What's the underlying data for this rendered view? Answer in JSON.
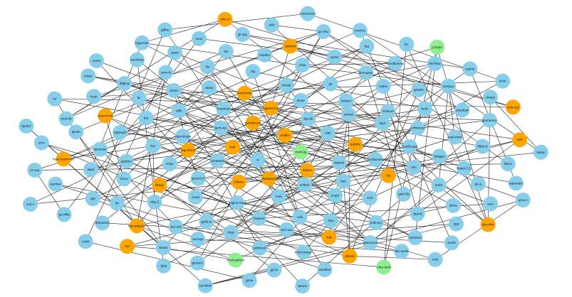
{
  "colors": {
    "default": "#87ceeb",
    "highlight": "#ffa500",
    "source": "#90ee90",
    "edge": "#222222",
    "background": "#ffffff"
  },
  "nodes": [
    {
      "id": "n1",
      "label": "mod-vip",
      "role": "source"
    },
    {
      "id": "n2",
      "label": "w"
    },
    {
      "id": "n3",
      "label": "mobile",
      "role": "highlight"
    },
    {
      "id": "n4",
      "label": "datum",
      "role": "highlight"
    },
    {
      "id": "n5",
      "label": "fuel",
      "role": "highlight"
    },
    {
      "id": "n6",
      "label": "ruby"
    },
    {
      "id": "n7",
      "label": "dashboard",
      "role": "highlight"
    },
    {
      "id": "n8",
      "label": "gameboard",
      "role": "highlight"
    },
    {
      "id": "n9",
      "label": "default"
    },
    {
      "id": "n10",
      "label": "inmoment"
    },
    {
      "id": "n11",
      "label": "flat-fill"
    },
    {
      "id": "n12",
      "label": "unique"
    },
    {
      "id": "n13",
      "label": "gem-vip"
    },
    {
      "id": "n14",
      "label": "pathfix",
      "role": "highlight"
    },
    {
      "id": "n15",
      "label": "clblaze",
      "role": "highlight"
    },
    {
      "id": "n16",
      "label": "progress-mod",
      "role": "highlight"
    },
    {
      "id": "n17",
      "label": "fast"
    },
    {
      "id": "n18",
      "label": "dep-forcer",
      "role": "highlight"
    },
    {
      "id": "n19",
      "label": "atmod"
    },
    {
      "id": "n20",
      "label": "moli"
    },
    {
      "id": "n21",
      "label": "freemont"
    },
    {
      "id": "n22",
      "label": "tamboreen"
    },
    {
      "id": "n23",
      "label": "gravel-cli"
    },
    {
      "id": "n24",
      "label": "dvmo"
    },
    {
      "id": "n25",
      "label": "ui-gui"
    },
    {
      "id": "n26",
      "label": "subordinate"
    },
    {
      "id": "n27",
      "label": "dept"
    },
    {
      "id": "n28",
      "label": "engine-mod"
    },
    {
      "id": "n29",
      "label": "stockholm",
      "role": "highlight"
    },
    {
      "id": "n30",
      "label": "idp",
      "role": "highlight"
    },
    {
      "id": "n31",
      "label": "cmps"
    },
    {
      "id": "n32",
      "label": "indexer"
    },
    {
      "id": "n33",
      "label": "rails"
    },
    {
      "id": "n34",
      "label": "diffs"
    },
    {
      "id": "n35",
      "label": "shuffle-dab"
    },
    {
      "id": "n36",
      "label": "crawl"
    },
    {
      "id": "n37",
      "label": "mortal"
    },
    {
      "id": "n38",
      "label": "sink"
    },
    {
      "id": "n39",
      "label": "tea"
    },
    {
      "id": "n40",
      "label": "medium"
    },
    {
      "id": "n41",
      "label": "rhizome"
    },
    {
      "id": "n42",
      "label": "seasp"
    },
    {
      "id": "n43",
      "label": "ami"
    },
    {
      "id": "n44",
      "label": "flexcp",
      "role": "highlight"
    },
    {
      "id": "n45",
      "label": "go"
    },
    {
      "id": "n46",
      "label": "hwy"
    },
    {
      "id": "n47",
      "label": "bar"
    },
    {
      "id": "n48",
      "label": "unfinished"
    },
    {
      "id": "n49",
      "label": "gallo-ui"
    },
    {
      "id": "n50",
      "label": "clip"
    },
    {
      "id": "n51",
      "label": "gem-lib"
    },
    {
      "id": "n52",
      "label": "updater"
    },
    {
      "id": "n53",
      "label": "nodes"
    },
    {
      "id": "n54",
      "label": "excl-vox"
    },
    {
      "id": "n55",
      "label": "whale"
    },
    {
      "id": "n56",
      "label": "blogger"
    },
    {
      "id": "n57",
      "label": "http-2"
    },
    {
      "id": "n58",
      "label": "map"
    },
    {
      "id": "n59",
      "label": "ordinary"
    },
    {
      "id": "n60",
      "label": "taptraph"
    },
    {
      "id": "n61",
      "label": "brisk"
    },
    {
      "id": "n62",
      "label": "imgs"
    },
    {
      "id": "n63",
      "label": "ids"
    },
    {
      "id": "n64",
      "label": "mlint"
    },
    {
      "id": "n65",
      "label": "tmux"
    },
    {
      "id": "n66",
      "label": "filemaster"
    },
    {
      "id": "n67",
      "label": "leaf",
      "role": "highlight"
    },
    {
      "id": "n68",
      "label": "tp"
    },
    {
      "id": "n69",
      "label": "mail-mod"
    },
    {
      "id": "n70",
      "label": "pro-ads"
    },
    {
      "id": "n71",
      "label": "maiden"
    },
    {
      "id": "n72",
      "label": "sbunit"
    },
    {
      "id": "n73",
      "label": "sbumask"
    },
    {
      "id": "n74",
      "label": "gelatin"
    },
    {
      "id": "n75",
      "label": "pathtools"
    },
    {
      "id": "n76",
      "label": "sane-fs"
    },
    {
      "id": "n77",
      "label": "fewer-1.1"
    },
    {
      "id": "n78",
      "label": "fin"
    },
    {
      "id": "n79",
      "label": "sorter"
    },
    {
      "id": "n80",
      "label": "glanscout"
    },
    {
      "id": "n81",
      "label": "shop-mark",
      "role": "highlight"
    },
    {
      "id": "n82",
      "label": "playbeat"
    },
    {
      "id": "n83",
      "label": "wrongo"
    },
    {
      "id": "n84",
      "label": "slix"
    },
    {
      "id": "n85",
      "label": "alone"
    },
    {
      "id": "n86",
      "label": "aqua"
    },
    {
      "id": "n87",
      "label": "mindfulness"
    },
    {
      "id": "n88",
      "label": "blockstream"
    },
    {
      "id": "n89",
      "label": "lfqbleq"
    },
    {
      "id": "n90",
      "label": "fitbit-io"
    },
    {
      "id": "n91",
      "label": "dep-adapter",
      "role": "highlight"
    },
    {
      "id": "n92",
      "label": "swallow",
      "role": "highlight"
    },
    {
      "id": "n93",
      "label": "hammer"
    },
    {
      "id": "n94",
      "label": "gasdn"
    },
    {
      "id": "n95",
      "label": "bonjour"
    },
    {
      "id": "n96",
      "label": "mod-pattern",
      "role": "source"
    },
    {
      "id": "n97",
      "label": "japan"
    },
    {
      "id": "n98",
      "label": "go-ui"
    },
    {
      "id": "n99",
      "label": "dpt"
    },
    {
      "id": "n100",
      "label": "tap"
    },
    {
      "id": "n101",
      "label": "planes",
      "role": "highlight"
    },
    {
      "id": "n102",
      "label": "hush"
    },
    {
      "id": "n103",
      "label": "glamorous"
    },
    {
      "id": "n104",
      "label": "blasts"
    },
    {
      "id": "n105",
      "label": "gt-sug"
    },
    {
      "id": "n106",
      "label": "gsg"
    },
    {
      "id": "n107",
      "label": "heat-roadmaps",
      "role": "highlight"
    },
    {
      "id": "n108",
      "label": "tdd-flow"
    },
    {
      "id": "n109",
      "label": "glt-fx"
    },
    {
      "id": "n110",
      "label": "eachloop"
    },
    {
      "id": "n111",
      "label": "fabric"
    },
    {
      "id": "n112",
      "label": "datastack"
    },
    {
      "id": "n113",
      "label": "gs-ckey"
    },
    {
      "id": "n114",
      "label": "doc-aside"
    },
    {
      "id": "n115",
      "label": "mod-lib"
    },
    {
      "id": "n116",
      "label": "sleepy"
    },
    {
      "id": "n117",
      "label": "go-bars"
    },
    {
      "id": "n118",
      "label": "lunar"
    },
    {
      "id": "n119",
      "label": "vocs"
    },
    {
      "id": "n120",
      "label": "opsmar"
    },
    {
      "id": "n121",
      "label": "fhc"
    },
    {
      "id": "n122",
      "label": "sandbox"
    },
    {
      "id": "n123",
      "label": "ckbox"
    },
    {
      "id": "n124",
      "label": "rolls",
      "role": "highlight"
    },
    {
      "id": "n125",
      "label": "tipl",
      "role": "highlight"
    },
    {
      "id": "n126",
      "label": "edit"
    },
    {
      "id": "n127",
      "label": "bardo"
    },
    {
      "id": "n128",
      "label": "uhm"
    },
    {
      "id": "n129",
      "label": "sophie"
    },
    {
      "id": "n130",
      "label": "jgrep"
    },
    {
      "id": "n131",
      "label": "hyperlink"
    },
    {
      "id": "n132",
      "label": "tagreader"
    },
    {
      "id": "n133",
      "label": "go-diffs"
    },
    {
      "id": "n134",
      "label": "mod-hs"
    },
    {
      "id": "n135",
      "label": "ruby-dash",
      "role": "source"
    },
    {
      "id": "n136",
      "label": "lar"
    },
    {
      "id": "n137",
      "label": "stop-cop",
      "role": "highlight"
    },
    {
      "id": "n138",
      "label": "glug"
    },
    {
      "id": "n139",
      "label": "dot-ui",
      "role": "highlight"
    },
    {
      "id": "n140",
      "label": "dpo-dtm",
      "role": "highlight"
    },
    {
      "id": "n141",
      "label": "ce-vop"
    },
    {
      "id": "n142",
      "label": "jsimple",
      "role": "source"
    },
    {
      "id": "n143",
      "label": "beaux"
    },
    {
      "id": "n144",
      "label": "mvist"
    },
    {
      "id": "n145",
      "label": "nbdac"
    },
    {
      "id": "n146",
      "label": "ninth"
    },
    {
      "id": "n147",
      "label": "bluescreen"
    },
    {
      "id": "n148",
      "label": "eval"
    },
    {
      "id": "n149",
      "label": "tipster"
    },
    {
      "id": "n150",
      "label": "lenin"
    },
    {
      "id": "n151",
      "label": "bundled"
    },
    {
      "id": "n152",
      "label": "gdlite"
    },
    {
      "id": "n153",
      "label": "gray-v"
    },
    {
      "id": "n154",
      "label": "rust-v"
    }
  ],
  "edges": [
    [
      "n1",
      "n4"
    ],
    [
      "n1",
      "n9"
    ],
    [
      "n1",
      "n60"
    ],
    [
      "n1",
      "n62"
    ],
    [
      "n2",
      "n5"
    ],
    [
      "n2",
      "n14"
    ],
    [
      "n3",
      "n40"
    ],
    [
      "n4",
      "n14"
    ],
    [
      "n4",
      "n41"
    ],
    [
      "n5",
      "n44"
    ],
    [
      "n6",
      "n4"
    ],
    [
      "n7",
      "n15"
    ],
    [
      "n7",
      "n81"
    ],
    [
      "n8",
      "n14"
    ],
    [
      "n9",
      "n62"
    ],
    [
      "n9",
      "n68"
    ],
    [
      "n10",
      "n4"
    ],
    [
      "n11",
      "n52"
    ],
    [
      "n13",
      "n59"
    ],
    [
      "n14",
      "n16"
    ],
    [
      "n14",
      "n42"
    ],
    [
      "n14",
      "n56"
    ],
    [
      "n15",
      "n48"
    ],
    [
      "n16",
      "n92"
    ],
    [
      "n18",
      "n55"
    ],
    [
      "n18",
      "n61"
    ],
    [
      "n19",
      "n67"
    ],
    [
      "n19",
      "n101"
    ],
    [
      "n20",
      "n21"
    ],
    [
      "n21",
      "n103"
    ],
    [
      "n22",
      "n47"
    ],
    [
      "n23",
      "n35"
    ],
    [
      "n25",
      "n31"
    ],
    [
      "n26",
      "n37"
    ],
    [
      "n26",
      "n93"
    ],
    [
      "n27",
      "n32"
    ],
    [
      "n28",
      "n36"
    ],
    [
      "n29",
      "n37"
    ],
    [
      "n29",
      "n78"
    ],
    [
      "n30",
      "n89"
    ],
    [
      "n31",
      "n82"
    ],
    [
      "n32",
      "n60"
    ],
    [
      "n32",
      "n66"
    ],
    [
      "n33",
      "n63"
    ],
    [
      "n34",
      "n38"
    ],
    [
      "n35",
      "n98"
    ],
    [
      "n36",
      "n2"
    ],
    [
      "n37",
      "n38"
    ],
    [
      "n38",
      "n39"
    ],
    [
      "n39",
      "n57"
    ],
    [
      "n40",
      "n43"
    ],
    [
      "n40",
      "n107"
    ],
    [
      "n41",
      "n119"
    ],
    [
      "n42",
      "n60"
    ],
    [
      "n43",
      "n91"
    ],
    [
      "n44",
      "n45"
    ],
    [
      "n44",
      "n62"
    ],
    [
      "n44",
      "n80"
    ],
    [
      "n44",
      "n109"
    ],
    [
      "n45",
      "n99"
    ],
    [
      "n46",
      "n75"
    ],
    [
      "n47",
      "n56"
    ],
    [
      "n48",
      "n82"
    ],
    [
      "n49",
      "n38"
    ],
    [
      "n50",
      "n61"
    ],
    [
      "n51",
      "n66"
    ],
    [
      "n52",
      "n103"
    ],
    [
      "n53",
      "n72"
    ],
    [
      "n54",
      "n73"
    ],
    [
      "n55",
      "n75"
    ],
    [
      "n56",
      "n123"
    ],
    [
      "n57",
      "n87"
    ],
    [
      "n58",
      "n87"
    ],
    [
      "n59",
      "n28"
    ],
    [
      "n60",
      "n5"
    ],
    [
      "n61",
      "n67"
    ],
    [
      "n62",
      "n67"
    ],
    [
      "n63",
      "n80"
    ],
    [
      "n64",
      "n80"
    ],
    [
      "n65",
      "n81"
    ],
    [
      "n66",
      "n92"
    ],
    [
      "n67",
      "n81"
    ],
    [
      "n68",
      "n93"
    ],
    [
      "n69",
      "n95"
    ],
    [
      "n70",
      "n101"
    ],
    [
      "n71",
      "n94"
    ],
    [
      "n72",
      "n124"
    ],
    [
      "n73",
      "n70"
    ],
    [
      "n74",
      "n101"
    ],
    [
      "n75",
      "n85"
    ],
    [
      "n76",
      "n97"
    ],
    [
      "n77",
      "n97"
    ],
    [
      "n78",
      "n108"
    ],
    [
      "n79",
      "n105"
    ],
    [
      "n80",
      "n110"
    ],
    [
      "n81",
      "n113"
    ],
    [
      "n82",
      "n113"
    ],
    [
      "n83",
      "n114"
    ],
    [
      "n84",
      "n115"
    ],
    [
      "n85",
      "n131"
    ],
    [
      "n86",
      "n131"
    ],
    [
      "n87",
      "n118"
    ],
    [
      "n88",
      "n128"
    ],
    [
      "n89",
      "n115"
    ],
    [
      "n90",
      "n123"
    ],
    [
      "n91",
      "n136"
    ],
    [
      "n92",
      "n137"
    ],
    [
      "n93",
      "n142"
    ],
    [
      "n94",
      "n104"
    ],
    [
      "n95",
      "n131"
    ],
    [
      "n96",
      "n104"
    ],
    [
      "n97",
      "n146"
    ],
    [
      "n98",
      "n153"
    ],
    [
      "n99",
      "n152"
    ],
    [
      "n100",
      "n154"
    ],
    [
      "n101",
      "n148"
    ],
    [
      "n102",
      "n150"
    ],
    [
      "n103",
      "n143"
    ],
    [
      "n104",
      "n149"
    ],
    [
      "n105",
      "n129"
    ],
    [
      "n106",
      "n151"
    ],
    [
      "n107",
      "n134"
    ],
    [
      "n108",
      "n130"
    ],
    [
      "n109",
      "n151"
    ],
    [
      "n110",
      "n138"
    ],
    [
      "n111",
      "n141"
    ],
    [
      "n112",
      "n127"
    ],
    [
      "n113",
      "n126"
    ],
    [
      "n114",
      "n120"
    ],
    [
      "n115",
      "n139"
    ],
    [
      "n116",
      "n145"
    ],
    [
      "n117",
      "n129"
    ],
    [
      "n118",
      "n133"
    ],
    [
      "n119",
      "n144"
    ],
    [
      "n120",
      "n122"
    ],
    [
      "n121",
      "n140"
    ],
    [
      "n122",
      "n152"
    ],
    [
      "n123",
      "n124"
    ],
    [
      "n124",
      "n125"
    ],
    [
      "n125",
      "n135"
    ],
    [
      "n126",
      "n140"
    ],
    [
      "n127",
      "n134"
    ],
    [
      "n128",
      "n148"
    ],
    [
      "n129",
      "n132"
    ],
    [
      "n130",
      "n146"
    ],
    [
      "n131",
      "n139"
    ],
    [
      "n132",
      "n136"
    ],
    [
      "n133",
      "n141"
    ],
    [
      "n134",
      "n145"
    ],
    [
      "n135",
      "n142"
    ],
    [
      "n136",
      "n137"
    ],
    [
      "n137",
      "n139"
    ],
    [
      "n138",
      "n150"
    ],
    [
      "n139",
      "n140"
    ],
    [
      "n140",
      "n142"
    ],
    [
      "n141",
      "n142"
    ],
    [
      "n143",
      "n144"
    ],
    [
      "n145",
      "n154"
    ],
    [
      "n147",
      "n152"
    ],
    [
      "n148",
      "n153"
    ],
    [
      "n149",
      "n151"
    ],
    [
      "n151",
      "n153"
    ],
    [
      "n28",
      "n124"
    ],
    [
      "n12",
      "n84"
    ],
    [
      "n17",
      "n101"
    ],
    [
      "n24",
      "n104"
    ],
    [
      "n100",
      "n107"
    ],
    [
      "n106",
      "n125"
    ],
    [
      "n111",
      "n113"
    ],
    [
      "n116",
      "n140"
    ],
    [
      "n121",
      "n135"
    ],
    [
      "n147",
      "n150"
    ],
    [
      "n34",
      "n80"
    ],
    [
      "n49",
      "n113"
    ],
    [
      "n58",
      "n112"
    ],
    [
      "n64",
      "n95"
    ],
    [
      "n65",
      "n42"
    ],
    [
      "n69",
      "n70"
    ],
    [
      "n71",
      "n113"
    ],
    [
      "n74",
      "n86"
    ],
    [
      "n76",
      "n91"
    ],
    [
      "n77",
      "n80"
    ],
    [
      "n83",
      "n99"
    ],
    [
      "n88",
      "n95"
    ],
    [
      "n90",
      "n96"
    ],
    [
      "n96",
      "n91"
    ],
    [
      "n102",
      "n113"
    ],
    [
      "n117",
      "n113"
    ],
    [
      "n8",
      "n33"
    ],
    [
      "n10",
      "n27"
    ],
    [
      "n30",
      "n23"
    ],
    [
      "n46",
      "n47"
    ],
    [
      "n53",
      "n62"
    ],
    [
      "n3",
      "n27"
    ],
    [
      "n6",
      "n49"
    ],
    [
      "n11",
      "n7"
    ],
    [
      "n13",
      "n9"
    ],
    [
      "n22",
      "n7"
    ],
    [
      "n25",
      "n33"
    ],
    [
      "n50",
      "n33"
    ],
    [
      "n73",
      "n101"
    ],
    [
      "n108",
      "n34"
    ],
    [
      "n22",
      "n4"
    ],
    [
      "n84",
      "n34"
    ],
    [
      "n3",
      "n43"
    ],
    [
      "n13",
      "n91"
    ],
    [
      "n89",
      "n21"
    ],
    [
      "n26",
      "n23"
    ],
    [
      "n36",
      "n100"
    ],
    [
      "n27",
      "n19"
    ]
  ]
}
